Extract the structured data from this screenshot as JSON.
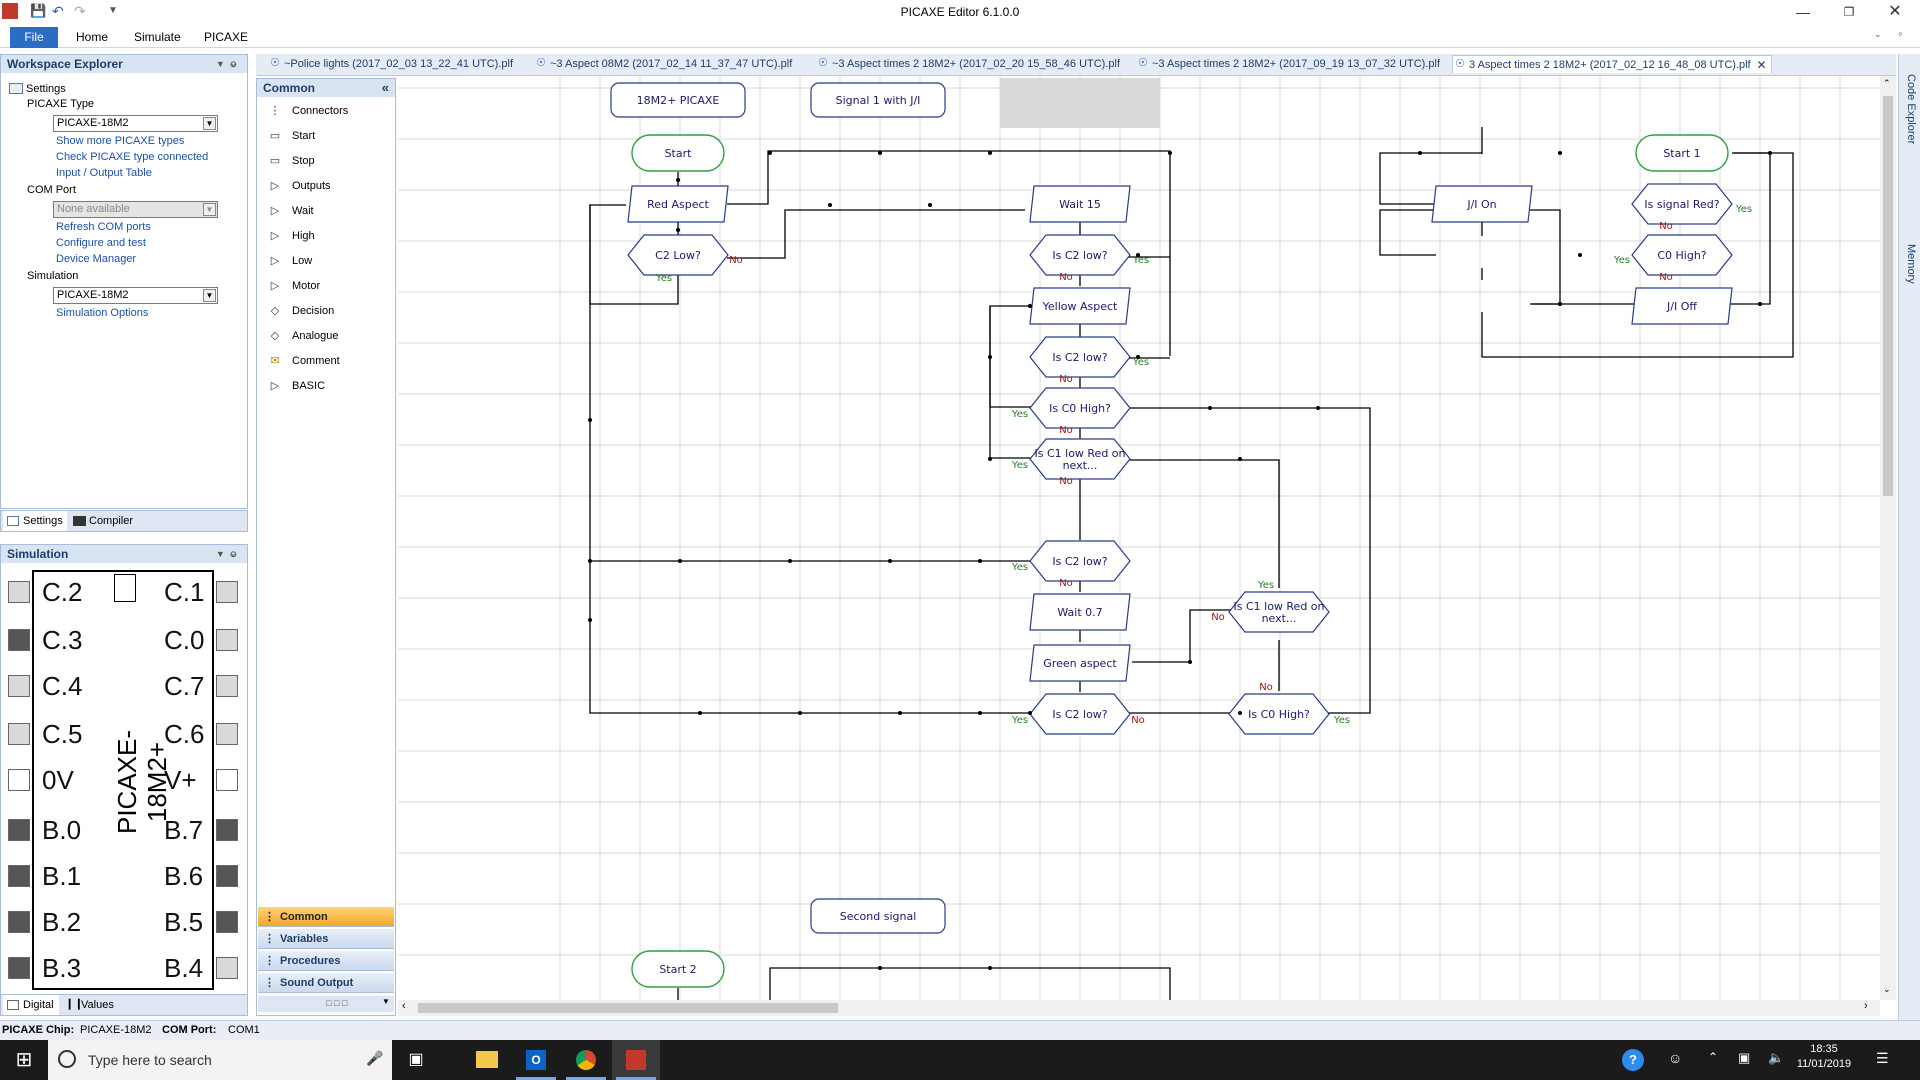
{
  "window": {
    "title": "PICAXE Editor 6.1.0.0"
  },
  "ribbon": {
    "tabs": [
      "File",
      "Home",
      "Simulate",
      "PICAXE"
    ]
  },
  "workspace": {
    "title": "Workspace Explorer",
    "settings_root": "Settings",
    "picaxe_type_label": "PICAXE Type",
    "picaxe_type_value": "PICAXE-18M2",
    "links_type": [
      "Show more PICAXE types",
      "Check PICAXE type connected",
      "Input / Output Table"
    ],
    "com_port_label": "COM Port",
    "com_port_value": "None available",
    "links_com": [
      "Refresh COM ports",
      "Configure and test",
      "Device Manager"
    ],
    "simulation_label": "Simulation",
    "simulation_value": "PICAXE-18M2",
    "sim_link": "Simulation Options",
    "bottom_tabs": [
      "Settings",
      "Compiler"
    ]
  },
  "simulation": {
    "title": "Simulation",
    "chip_name": "PICAXE-18M2+",
    "left_pins": [
      "C.2",
      "C.3",
      "C.4",
      "C.5",
      "0V",
      "B.0",
      "B.1",
      "B.2",
      "B.3"
    ],
    "right_pins": [
      "C.1",
      "C.0",
      "C.7",
      "C.6",
      "V+",
      "B.7",
      "B.6",
      "B.5",
      "B.4"
    ],
    "bottom_tabs": [
      "Digital",
      "Values"
    ]
  },
  "toolbox": {
    "title": "Common",
    "items": [
      "Connectors",
      "Start",
      "Stop",
      "Outputs",
      "Wait",
      "High",
      "Low",
      "Motor",
      "Decision",
      "Analogue",
      "Comment",
      "BASIC"
    ],
    "categories": [
      "Common",
      "Variables",
      "Procedures",
      "Sound Output"
    ]
  },
  "doc_tabs": [
    "~Police lights (2017_02_03 13_22_41 UTC).plf",
    "~3 Aspect 08M2 (2017_02_14 11_37_47 UTC).plf",
    "~3 Aspect times 2 18M2+ (2017_02_20 15_58_46 UTC).plf",
    "~3 Aspect times 2 18M2+ (2017_09_19 13_07_32 UTC).plf",
    "3 Aspect times 2 18M2+ (2017_02_12 16_48_08 UTC).plf"
  ],
  "right_sidebar": [
    "Code Explorer",
    "Memory"
  ],
  "flowchart": {
    "comments": [
      "18M2+ PICAXE",
      "Signal 1 with J/I",
      "Second signal"
    ],
    "starts": [
      "Start",
      "Start 1",
      "Start 2"
    ],
    "processes": [
      "Red Aspect",
      "Wait 15",
      "Yellow Aspect",
      "Wait 0.7",
      "Green aspect",
      "J/I On",
      "J/I Off"
    ],
    "decisions": [
      "C2 Low?",
      "Is C2 low?",
      "Is C2 low?",
      "Is C0 High?",
      "Is C1 low Red on next...",
      "Is C2 low?",
      "Is C1 low Red on next...",
      "Is C2 low?",
      "Is C0 High?",
      "Is signal Red?",
      "C0 High?"
    ],
    "yes": "Yes",
    "no": "No"
  },
  "status": {
    "chip_label": "PICAXE Chip:",
    "chip_value": "PICAXE-18M2",
    "com_label": "COM Port:",
    "com_value": "COM1"
  },
  "taskbar": {
    "search_placeholder": "Type here to search",
    "time": "18:35",
    "date": "11/01/2019"
  }
}
